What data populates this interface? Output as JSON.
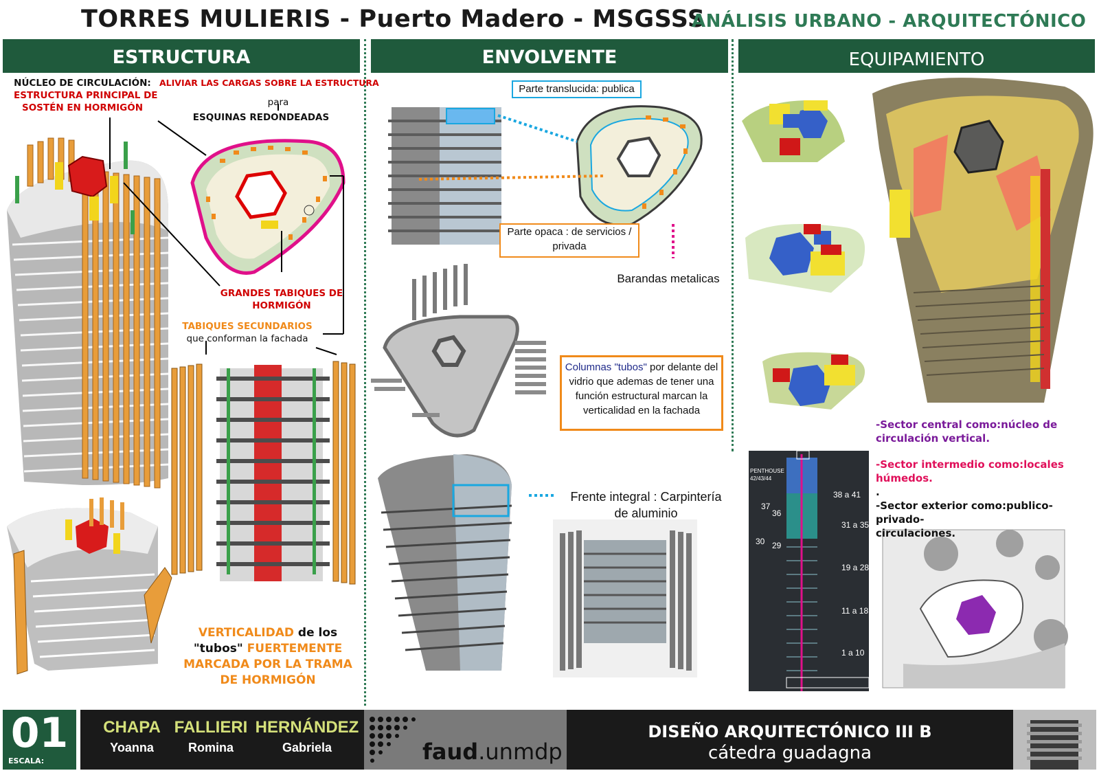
{
  "header": {
    "title": "TORRES MULIERIS - Puerto Madero - MSGSSS",
    "subtitle": "ANÁLISIS URBANO - ARQUITECTÓNICO"
  },
  "panels": {
    "estructura": {
      "heading": "ESTRUCTURA",
      "nucleo_title": "NÚCLEO DE CIRCULACIÓN:",
      "nucleo_desc_1": "ESTRUCTURA PRINCIPAL DE",
      "nucleo_desc_2": "SOSTÉN EN HORMIGÓN",
      "aliviar": "ALIVIAR LAS CARGAS SOBRE LA ESTRUCTURA",
      "para": "para",
      "esquinas": "ESQUINAS REDONDEADAS",
      "tabiques_1": "GRANDES TABIQUES DE",
      "tabiques_2": "HORMIGÓN",
      "secundarios_1": "TABIQUES SECUNDARIOS",
      "secundarios_2": "que conforman la fachada",
      "vert_1a": "VERTICALIDAD",
      "vert_1b": " de los",
      "vert_2a": "\"tubos\"",
      "vert_2b": " FUERTEMENTE",
      "vert_3": "MARCADA POR LA TRAMA",
      "vert_4": "DE HORMIGÓN"
    },
    "envolvente": {
      "heading": "ENVOLVENTE",
      "translucida": "Parte translucida: publica",
      "opaca_1": "Parte opaca : de servicios /",
      "opaca_2": "privada",
      "barandas": "Barandas metalicas",
      "columnas_a": "Columnas \"tubos\"",
      "columnas_b": " por delante del",
      "columnas_2": "vidrio que ademas de tener una",
      "columnas_3": "función estructural  marcan la",
      "columnas_4": "verticalidad en la fachada",
      "frente_1": "Frente integral : Carpintería",
      "frente_2": "de aluminio"
    },
    "equipamiento": {
      "heading": "EQUIPAMIENTO",
      "sector_central_1": "-Sector central como:núcleo de",
      "sector_central_2": "circulación vertical.",
      "sector_intermedio_1": "-Sector intermedio como:locales",
      "sector_intermedio_2": "húmedos.",
      "dot": ".",
      "sector_exterior_1": "-Sector exterior como:publico-privado-",
      "sector_exterior_2": "circulaciones.",
      "section_labels": {
        "penthouse": "PENTHOUSE",
        "penthouse_floors": "42/43/44",
        "l37": "37",
        "l36": "36",
        "l30": "30",
        "l29": "29",
        "r1": "38 a 41",
        "r2": "31 a 35",
        "r3": "19 a 28",
        "r4": "11 a 18",
        "r5": "1 a 10"
      }
    }
  },
  "footer": {
    "number": "01",
    "escala": "ESCALA:",
    "authors": [
      {
        "last": "CHAPA",
        "first": "Yoanna"
      },
      {
        "last": "FALLIERI",
        "first": "Romina"
      },
      {
        "last": "HERNÁNDEZ",
        "first": "Gabriela"
      }
    ],
    "logo_a": "faud",
    "logo_b": ".unmdp",
    "course": "DISEÑO ARQUITECTÓNICO III B",
    "catedra": "cátedra guadagna"
  },
  "colors": {
    "green_dark": "#1f5a3c",
    "green_text": "#2e7a55",
    "red": "#d00000",
    "orange": "#f08a1a",
    "magenta": "#e0108a",
    "cyan": "#1aa7e0",
    "footer_gray": "#7a7a7a",
    "footer_dark": "#1a1a1a"
  }
}
